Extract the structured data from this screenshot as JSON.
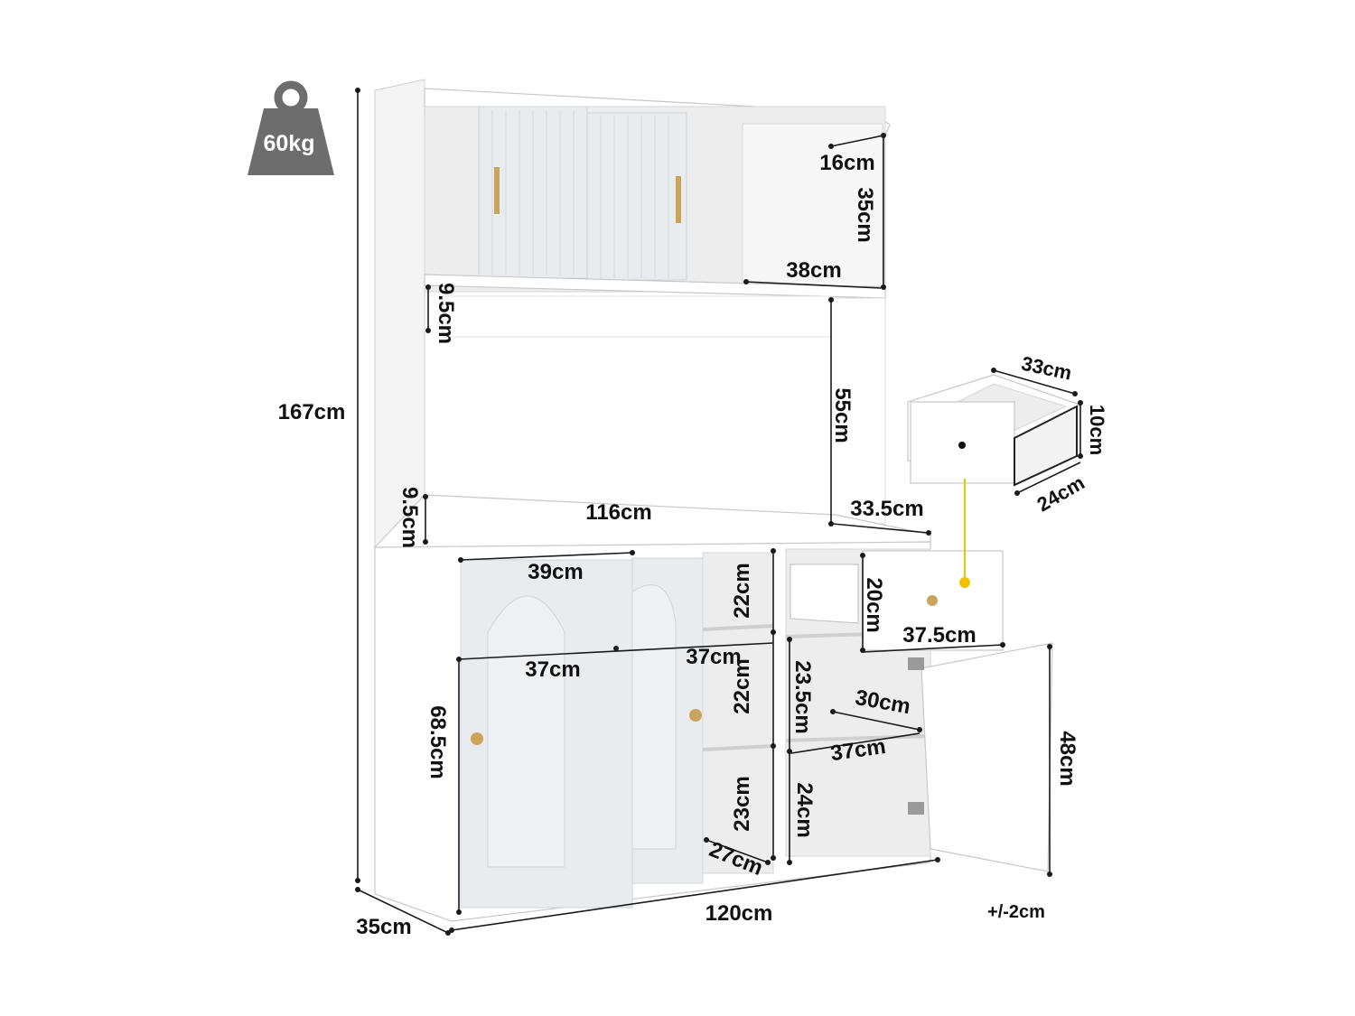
{
  "weight": {
    "label": "60kg",
    "icon": "weight-icon",
    "color": "#6d6d6d"
  },
  "tolerance": "+/-2cm",
  "dimensions": {
    "total_height": "167cm",
    "depth": "35cm",
    "total_width": "120cm",
    "upper_right_depth": "16cm",
    "upper_right_height": "35cm",
    "upper_right_width": "38cm",
    "upper_gap": "9.5cm",
    "open_height": "55cm",
    "counter_width": "116cm",
    "counter_right_width": "33.5cm",
    "lower_gap": "9.5cm",
    "drawer_depth": "33cm",
    "drawer_height": "10cm",
    "drawer_side": "24cm",
    "left_door_width": "39cm",
    "shelf_height_top": "22cm",
    "shelf_height_mid": "22cm",
    "shelf_height_bottom": "23cm",
    "drawer_front_height": "20cm",
    "drawer_front_width": "37.5cm",
    "inner_width_left": "37cm",
    "inner_width_mid": "37cm",
    "left_cabinet_height": "68.5cm",
    "right_inner_height": "23.5cm",
    "right_inner_depth": "30cm",
    "right_inner_width": "37cm",
    "right_lower_height": "24cm",
    "shelf_depth": "27cm",
    "door_height": "48cm"
  },
  "accent": {
    "handle_gold": "#c9a45a",
    "callout_yellow": "#f2c200"
  }
}
